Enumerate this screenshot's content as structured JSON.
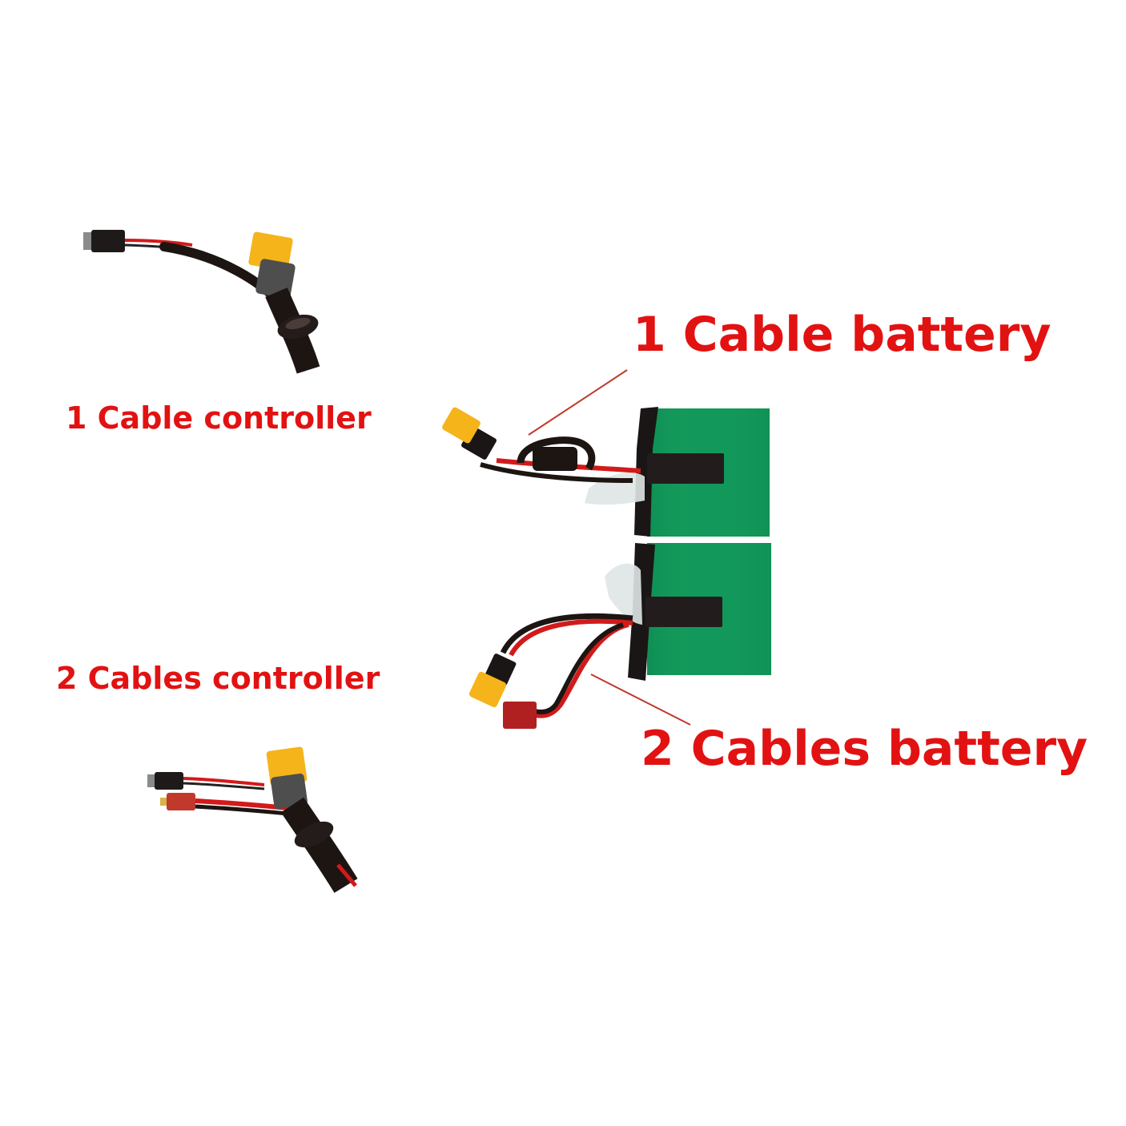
{
  "labels": {
    "one_cable_controller": "1 Cable controller",
    "two_cables_controller": "2 Cables controller",
    "one_cable_battery": "1 Cable battery",
    "two_cables_battery": "2 Cables battery"
  },
  "colors": {
    "label_red": "#e21212",
    "battery_green": "#12985a",
    "connector_yellow": "#f4b41a",
    "connector_red": "#b02020",
    "cable_black": "#1d1512",
    "wire_red": "#d21a1a",
    "background": "#ffffff"
  },
  "icons": {
    "one_cable_controller_photo": "xt60-connector-with-single-signal-wire-icon",
    "two_cables_controller_photo": "xt60-and-deans-connector-with-signal-wire-icon",
    "battery_top_photo": "green-battery-pack-with-xt60-and-fuse-icon",
    "battery_bottom_photo": "green-battery-pack-with-xt60-and-deans-icon"
  }
}
